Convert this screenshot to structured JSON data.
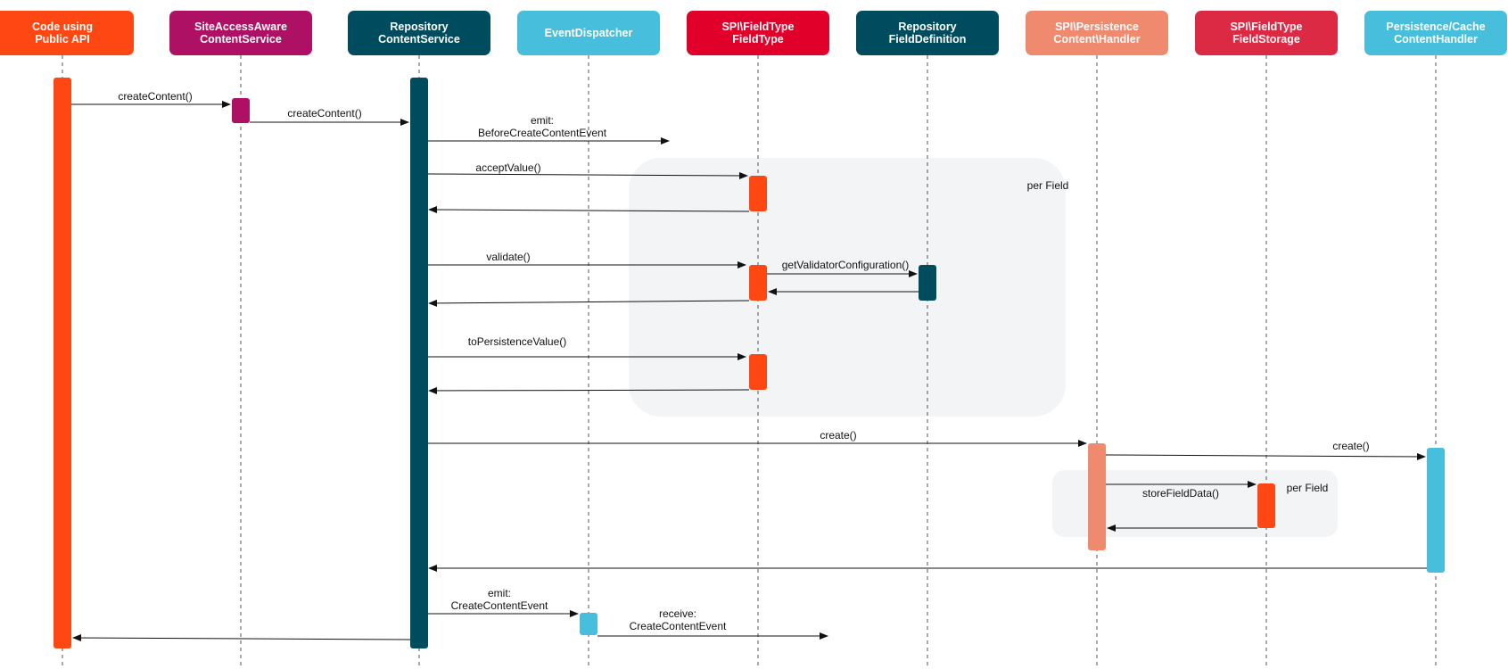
{
  "participants": [
    {
      "id": "code",
      "line1": "Code using",
      "line2": "Public API",
      "color": "#ff4713"
    },
    {
      "id": "siteaccess",
      "line1": "SiteAccessAware",
      "line2": "ContentService",
      "color": "#ae1164"
    },
    {
      "id": "repo",
      "line1": "Repository",
      "line2": "ContentService",
      "color": "#004c5f"
    },
    {
      "id": "dispatcher",
      "line1": "EventDispatcher",
      "line2": "",
      "color": "#47bfdc"
    },
    {
      "id": "fieldtype",
      "line1": "SPI\\FieldType",
      "line2": "FieldType",
      "color": "#e0002a"
    },
    {
      "id": "fielddef",
      "line1": "Repository",
      "line2": "FieldDefinition",
      "color": "#004c5f"
    },
    {
      "id": "persistence",
      "line1": "SPI\\Persistence",
      "line2": "Content\\Handler",
      "color": "#f08a6e"
    },
    {
      "id": "fieldstorage",
      "line1": "SPI\\FieldType",
      "line2": "FieldStorage",
      "color": "#dc2a44"
    },
    {
      "id": "cache",
      "line1": "Persistence/Cache",
      "line2": "ContentHandler",
      "color": "#47bfdc"
    }
  ],
  "groups": [
    {
      "id": "per-field-fieldtype",
      "label": "per Field"
    },
    {
      "id": "per-field-storage",
      "label": "per Field"
    }
  ],
  "messages": [
    {
      "id": "m1",
      "text": [
        "createContent()"
      ]
    },
    {
      "id": "m2",
      "text": [
        "createContent()"
      ]
    },
    {
      "id": "m3",
      "text": [
        "emit:",
        "BeforeCreateContentEvent"
      ]
    },
    {
      "id": "m4",
      "text": [
        "acceptValue()"
      ]
    },
    {
      "id": "m5",
      "text": []
    },
    {
      "id": "m6",
      "text": [
        "validate()"
      ]
    },
    {
      "id": "m7",
      "text": [
        "getValidatorConfiguration()"
      ]
    },
    {
      "id": "m8",
      "text": []
    },
    {
      "id": "m9",
      "text": []
    },
    {
      "id": "m10",
      "text": [
        "toPersistenceValue()"
      ]
    },
    {
      "id": "m11",
      "text": []
    },
    {
      "id": "m12",
      "text": [
        "create()"
      ]
    },
    {
      "id": "m13",
      "text": [
        "create()"
      ]
    },
    {
      "id": "m14",
      "text": [
        "storeFieldData()"
      ]
    },
    {
      "id": "m15",
      "text": []
    },
    {
      "id": "m16",
      "text": []
    },
    {
      "id": "m17",
      "text": [
        "emit:",
        "CreateContentEvent"
      ]
    },
    {
      "id": "m18",
      "text": [
        "receive:",
        "CreateContentEvent"
      ]
    },
    {
      "id": "m19",
      "text": []
    }
  ],
  "activations": [
    {
      "id": "a-code",
      "participant": "code"
    },
    {
      "id": "a-siteaccess",
      "participant": "siteaccess"
    },
    {
      "id": "a-repo",
      "participant": "repo"
    },
    {
      "id": "a-fieldtype-accept",
      "participant": "fieldtype"
    },
    {
      "id": "a-fieldtype-validate",
      "participant": "fieldtype"
    },
    {
      "id": "a-fielddef",
      "participant": "fielddef"
    },
    {
      "id": "a-fieldtype-persist",
      "participant": "fieldtype"
    },
    {
      "id": "a-persistence",
      "participant": "persistence"
    },
    {
      "id": "a-fieldstorage",
      "participant": "fieldstorage"
    },
    {
      "id": "a-cache",
      "participant": "cache"
    },
    {
      "id": "a-dispatcher",
      "participant": "dispatcher"
    }
  ]
}
